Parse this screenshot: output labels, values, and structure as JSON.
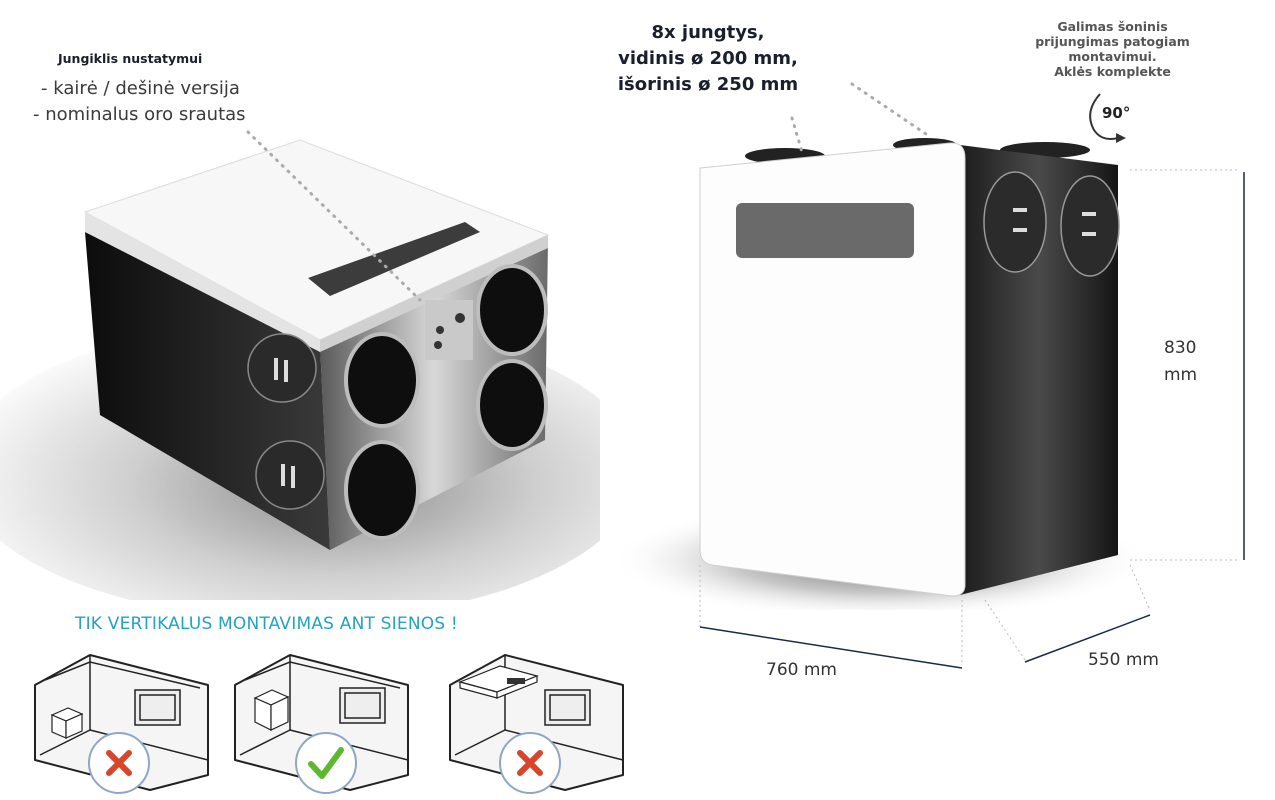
{
  "left_callout": {
    "title": "Jungiklis nustatymui",
    "line1": "- kairė / dešinė versija",
    "line2": "- nominalus oro srautas"
  },
  "top_callout": {
    "line1": "8x jungtys,",
    "line2": "vidinis ø 200 mm,",
    "line3": "išorinis ø 250 mm"
  },
  "side_callout": {
    "line1": "Galimas šoninis",
    "line2": "prijungimas patogiam",
    "line3": "montavimui.",
    "line4": "Aklės komplekte",
    "angle": "90°"
  },
  "dimensions": {
    "height_value": "830",
    "height_unit": "mm",
    "width": "760 mm",
    "depth": "550 mm"
  },
  "mounting": {
    "warning": "TIK VERTIKALUS MONTAVIMAS ANT SIENOS !",
    "options": [
      {
        "status": "wrong",
        "icon": "cross-icon"
      },
      {
        "status": "correct",
        "icon": "check-icon"
      },
      {
        "status": "wrong",
        "icon": "cross-icon"
      }
    ]
  },
  "colors": {
    "accent_cyan": "#22a3c4",
    "check_green": "#5cb82e",
    "cross_red": "#d9452b",
    "navy": "#1a2a4a"
  }
}
